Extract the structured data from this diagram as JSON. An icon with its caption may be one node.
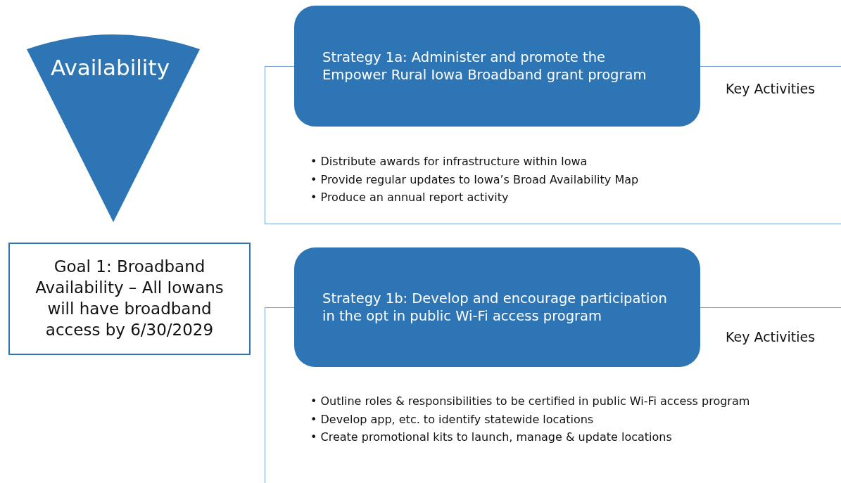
{
  "diagram": {
    "nodes": [
      {
        "text": [
          "Availability"
        ]
      },
      {
        "text": [
          "Goal 1: Broadband Availability – All Iowans will have broadband access by 6/30/2029"
        ]
      },
      {
        "text": [
          "Key Activities",
          "• Distribute awards for infrastructure within Iowa",
          "• Provide regular updates to Iowa’s Broad Availability Map",
          "• Produce an annual report activity"
        ]
      },
      {
        "text": [
          "Strategy 1a: Administer and promote the Empower Rural Iowa Broadband grant program"
        ]
      },
      {
        "text": [
          "Key Activities",
          "• Outline roles & responsibilities to be certified in public Wi-Fi access program",
          "• Develop app, etc. to identify statewide locations",
          "• Create promotional kits to launch, manage & update locations"
        ]
      },
      {
        "text": [
          "Strategy 1b: Develop and encourage participation in the opt in public Wi-Fi access program"
        ]
      }
    ],
    "edges": []
  }
}
